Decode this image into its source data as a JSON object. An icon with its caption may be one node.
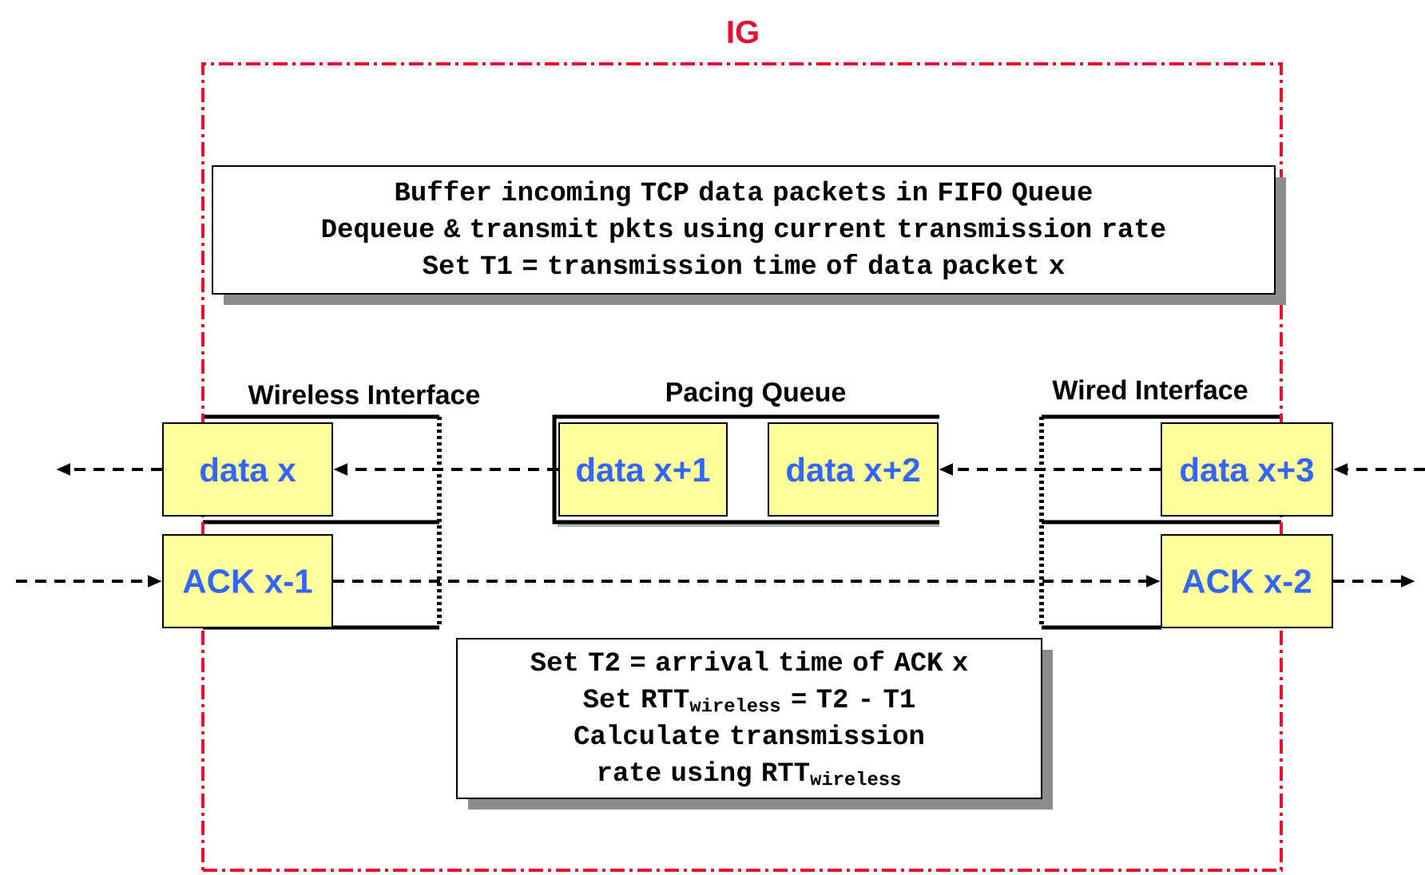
{
  "diagram": {
    "nodes": [
      {
        "text": [
          "IG"
        ]
      },
      {
        "text": [
          "Buffer incoming TCP data packets in FIFO Queue",
          "Dequeue & transmit pkts using current transmission rate",
          "Set T1 = transmission time of data packet x"
        ],
        "in": 0
      },
      {
        "text": [
          "Pacing Queue"
        ],
        "in": 0
      },
      {
        "text": [
          "data x"
        ]
      },
      {
        "text": [
          "data x+1"
        ],
        "in": 2
      },
      {
        "text": [
          "data x+2"
        ],
        "in": 2
      },
      {
        "text": [
          "data x+3"
        ]
      },
      {
        "text": [
          "ACK x-1"
        ]
      },
      {
        "text": [
          "ACK x-2"
        ]
      },
      {
        "text": [
          "Set T2 = arrival time of ACK x",
          "Set RTT$_{wireless}$ = T2 - T1",
          "Calculate transmission rate using RTT$_{wireless}$"
        ],
        "in": 0
      }
    ],
    "edges": [
      {
        "from": 3,
        "to": null,
        "arrow": "to",
        "style": "dashed"
      },
      {
        "from": 4,
        "to": 3,
        "arrow": "to",
        "style": "dashed"
      },
      {
        "from": 6,
        "to": 5,
        "arrow": "to",
        "style": "dashed"
      },
      {
        "from": null,
        "to": 6,
        "arrow": "to",
        "style": "dashed"
      },
      {
        "from": null,
        "to": 7,
        "arrow": "to",
        "style": "dashed"
      },
      {
        "from": 7,
        "to": 8,
        "arrow": "to",
        "style": "dashed"
      },
      {
        "from": 8,
        "to": null,
        "arrow": "to",
        "style": "dashed"
      }
    ],
    "labels": [
      "Wireless Interface",
      "Wired Interface"
    ]
  }
}
